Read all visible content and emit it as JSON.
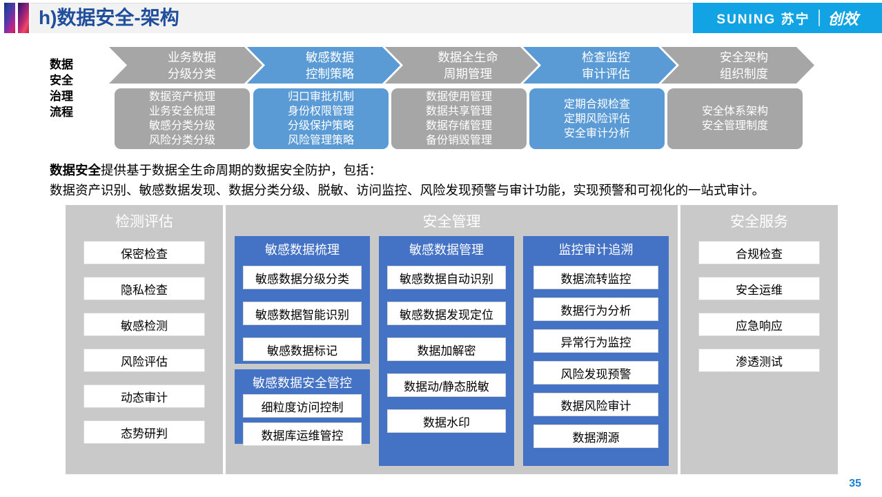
{
  "header": {
    "title": "h)数据安全-架构",
    "logo_primary": "SUNING 苏宁",
    "logo_secondary": "创效",
    "title_color": "#1F4E9C",
    "logo_bg": "#11A3E3"
  },
  "flow": {
    "label": "数据\n安全\n治理\n流程",
    "label_lines": [
      "数据",
      "安全",
      "治理",
      "流程"
    ],
    "steps": [
      {
        "title_lines": [
          "业务数据",
          "分级分类"
        ],
        "color": "gray",
        "items": [
          "数据资产梳理",
          "业务安全梳理",
          "敏感分类分级",
          "风险分类分级"
        ]
      },
      {
        "title_lines": [
          "敏感数据",
          "控制策略"
        ],
        "color": "blue",
        "items": [
          "归口审批机制",
          "身份权限管理",
          "分级保护策略",
          "风险管理策略"
        ]
      },
      {
        "title_lines": [
          "数据全生命",
          "周期管理"
        ],
        "color": "gray",
        "items": [
          "数据使用管理",
          "数据共享管理",
          "数据存储管理",
          "备份销毁管理"
        ]
      },
      {
        "title_lines": [
          "检查监控",
          "审计评估"
        ],
        "color": "blue",
        "items": [
          "定期合规检查",
          "定期风险评估",
          "安全审计分析"
        ]
      },
      {
        "title_lines": [
          "安全架构",
          "组织制度"
        ],
        "color": "gray",
        "items": [
          "安全体系架构",
          "安全管理制度"
        ]
      }
    ]
  },
  "paragraph": {
    "bold_lead": "数据安全",
    "line1_rest": "提供基于数据全生命周期的数据安全防护，包括：",
    "line2": "数据资产识别、敏感数据发现、数据分类分级、脱敏、访问监控、风险发现预警与审计功能，实现预警和可视化的一站式审计。"
  },
  "panels": {
    "left": {
      "title": "检测评估",
      "items": [
        "保密检查",
        "隐私检查",
        "敏感检测",
        "风险评估",
        "动态审计",
        "态势研判"
      ]
    },
    "middle": {
      "title": "安全管理",
      "columns": [
        {
          "title": "敏感数据梳理",
          "items": [
            "敏感数据分级分类",
            "敏感数据智能识别",
            "敏感数据标记"
          ]
        },
        {
          "title": "敏感数据安全管控",
          "items": [
            "细粒度访问控制",
            "数据库运维管控"
          ]
        },
        {
          "title": "敏感数据管理",
          "items": [
            "敏感数据自动识别",
            "敏感数据发现定位",
            "数据加解密",
            "数据动/静态脱敏",
            "数据水印"
          ]
        },
        {
          "title": "监控审计追溯",
          "items": [
            "数据流转监控",
            "数据行为分析",
            "异常行为监控",
            "风险发现预警",
            "数据风险审计",
            "数据溯源"
          ]
        }
      ]
    },
    "right": {
      "title": "安全服务",
      "items": [
        "合规检查",
        "安全运维",
        "应急响应",
        "渗透测试"
      ]
    }
  },
  "footer": {
    "page_number": "35"
  },
  "colors": {
    "gray_panel": "#C9C9C9",
    "gray_step": "#A6A6A6",
    "blue_step": "#5B9BD5",
    "blue_box": "#4472C4",
    "page_number": "#1b7fd4"
  }
}
